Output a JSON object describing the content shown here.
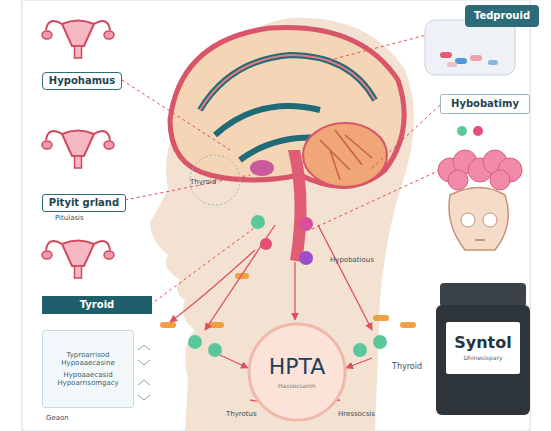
{
  "diagram": {
    "nodes": [
      {
        "text": [
          "Tedprouid"
        ]
      },
      {
        "text": [
          "Hypohamus"
        ]
      },
      {
        "text": [
          "Hybobatimy"
        ]
      },
      {
        "text": [
          "Pityit grland"
        ]
      },
      {
        "text": [
          "Tyroid"
        ]
      },
      {
        "text": [
          "Typroarrisod Hypoaaecasine",
          "Hypoaaecasid Hypoarrisomgacy"
        ]
      },
      {
        "text": [
          "HPTA",
          "Hassocsanm"
        ]
      },
      {
        "text": [
          "Syntol",
          "Dhinesispary"
        ]
      }
    ],
    "labels": [
      "Thyroid'",
      "Pitulasis",
      "Hypobatious",
      "Thyroid",
      "Thyrotus",
      "Hressocsis",
      "Geaon"
    ]
  }
}
